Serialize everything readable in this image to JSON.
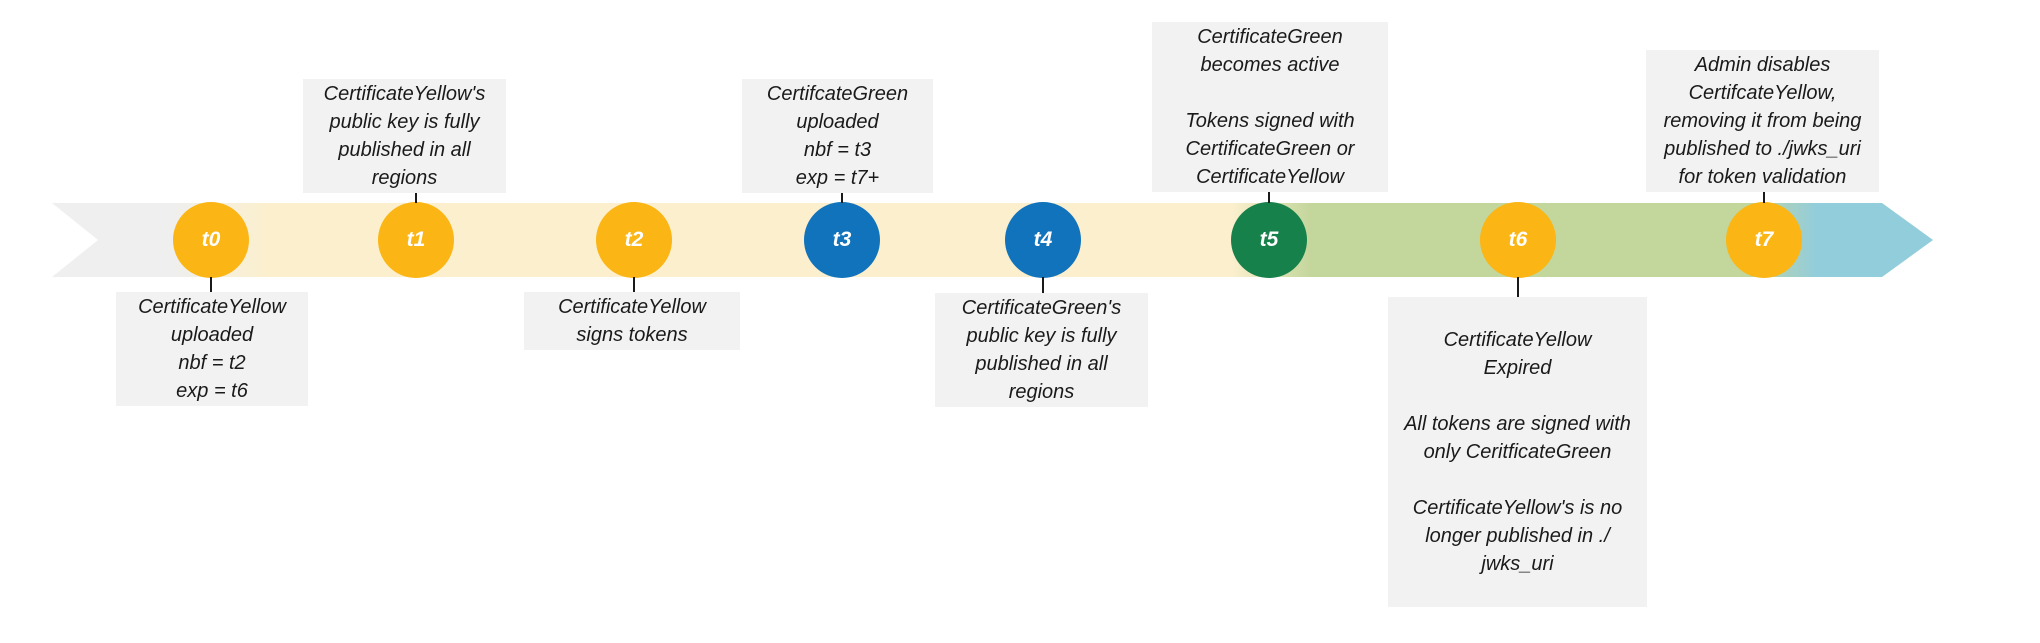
{
  "band": {
    "colors": {
      "start_gray": "#EFEFEF",
      "certificate_yellow_phase": "#FBEFCD",
      "certificate_green_phase": "#C3D69B",
      "future_phase": "#92CDDC"
    }
  },
  "milestones": [
    {
      "id": "t0",
      "label": "t0",
      "circle_color": "#FBB514",
      "note_position": "below",
      "note": "CertificateYellow\nuploaded\nnbf = t2\nexp = t6"
    },
    {
      "id": "t1",
      "label": "t1",
      "circle_color": "#FBB514",
      "note_position": "above",
      "note": "CertificateYellow's\npublic key is fully\npublished in all\nregions"
    },
    {
      "id": "t2",
      "label": "t2",
      "circle_color": "#FBB514",
      "note_position": "below",
      "note": "CertificateYellow\nsigns tokens"
    },
    {
      "id": "t3",
      "label": "t3",
      "circle_color": "#1173BC",
      "note_position": "above",
      "note": "CertifcateGreen\nuploaded\nnbf = t3\nexp = t7+"
    },
    {
      "id": "t4",
      "label": "t4",
      "circle_color": "#1173BC",
      "note_position": "below",
      "note": "CertificateGreen's\npublic key is fully\npublished in all\nregions"
    },
    {
      "id": "t5",
      "label": "t5",
      "circle_color": "#17814B",
      "note_position": "above",
      "note": "CertificateGreen\nbecomes active\n\nTokens signed with\nCertificateGreen or\nCertificateYellow"
    },
    {
      "id": "t6",
      "label": "t6",
      "circle_color": "#FBB514",
      "note_position": "below",
      "note": "CertificateYellow\nExpired\n\nAll tokens are signed with\nonly CeritficateGreen\n\nCertificateYellow's is no\nlonger published in ./\njwks_uri"
    },
    {
      "id": "t7",
      "label": "t7",
      "circle_color": "#FBB514",
      "note_position": "above",
      "note": "Admin disables\nCertifcateYellow,\nremoving it from being\npublished to ./jwks_uri\nfor token validation"
    }
  ]
}
